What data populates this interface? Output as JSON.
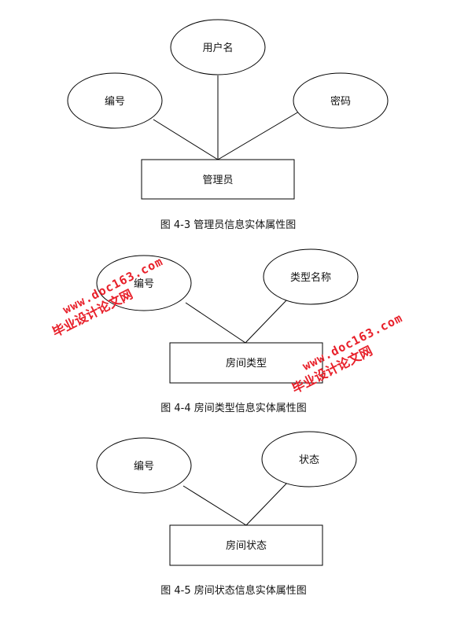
{
  "figures": [
    {
      "entity": "管理员",
      "attributes": [
        "用户名",
        "编号",
        "密码"
      ],
      "caption": "图 4-3 管理员信息实体属性图"
    },
    {
      "entity": "房间类型",
      "attributes": [
        "编号",
        "类型名称"
      ],
      "caption": "图 4-4 房间类型信息实体属性图"
    },
    {
      "entity": "房间状态",
      "attributes": [
        "编号",
        "状态"
      ],
      "caption": "图 4-5 房间状态信息实体属性图"
    }
  ],
  "watermark": {
    "name": "毕业设计论文网",
    "url": "www.doc163.com",
    "color": "#e8202a"
  }
}
